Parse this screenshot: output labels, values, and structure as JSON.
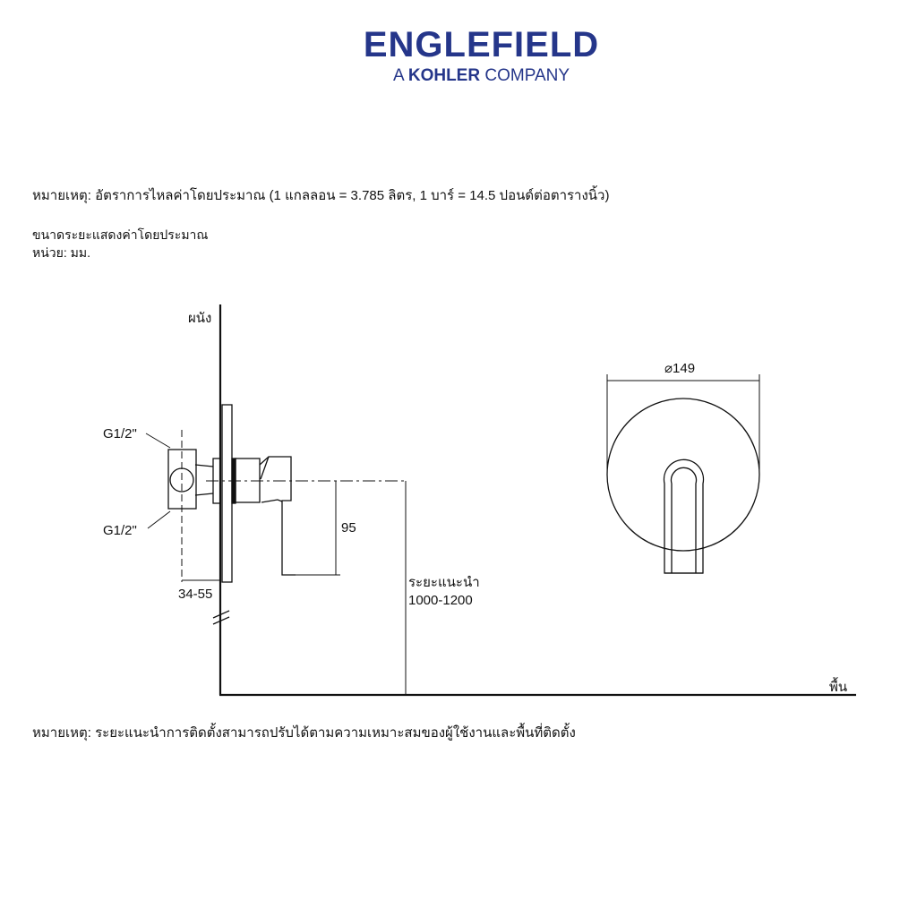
{
  "logo": {
    "brand": "ENGLEFIELD",
    "prefix": "A",
    "parent": "KOHLER",
    "suffix": "COMPANY"
  },
  "notes": {
    "flow_note": "หมายเหตุ: อัตราการไหลค่าโดยประมาณ (1 แกลลอน = 3.785 ลิตร, 1 บาร์ = 14.5 ปอนด์ต่อตารางนิ้ว)",
    "dimension_note": "ขนาดระยะแสดงค่าโดยประมาณ",
    "unit_note": "หน่วย: มม.",
    "bottom_note": "หมายเหตุ: ระยะแนะนำการติดตั้งสามารถปรับได้ตามความเหมาะสมของผู้ใช้งานและพื้นที่ติดตั้ง"
  },
  "diagram": {
    "wall_label": "ผนัง",
    "floor_label": "พื้น",
    "inlet_top": "G1/2\"",
    "inlet_bottom": "G1/2\"",
    "depth_dim": "34-55",
    "lever_dim": "95",
    "height_label": "ระยะแนะนำ",
    "height_value": "1000-1200",
    "diameter_dim": "⌀149"
  },
  "colors": {
    "brand": "#25368a"
  }
}
